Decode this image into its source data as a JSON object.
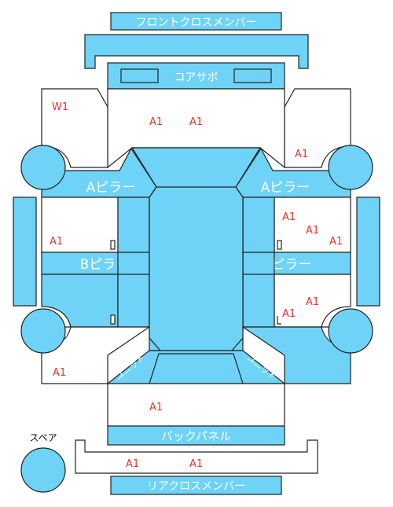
{
  "labels": {
    "front_cross_member": "フロントクロスメンバー",
    "core_support": "コアサポ",
    "a_pillar": "Aピラー",
    "b_pillar": "Bピラー",
    "back_panel": "バックパネル",
    "rear_cross_member": "リアクロスメンバー",
    "spare": "スペア",
    "unit": "ユニット"
  },
  "damage_codes": {
    "hood_1": "A1",
    "hood_2": "A1",
    "front_left_fender": "W1",
    "front_right_fender": "A1",
    "front_left_door": "A1",
    "front_right_door_1": "A1",
    "front_right_door_2": "A1",
    "front_right_door_3": "A1",
    "rear_right_door_1": "A1",
    "rear_right_door_2": "A1",
    "rear_left_quarter": "A1",
    "trunk": "A1",
    "rear_bumper_1": "A1",
    "rear_bumper_2": "A1"
  },
  "colors": {
    "panel_blue": "#6ed3f6",
    "outline": "#222222",
    "damage_red": "#e8322b"
  }
}
